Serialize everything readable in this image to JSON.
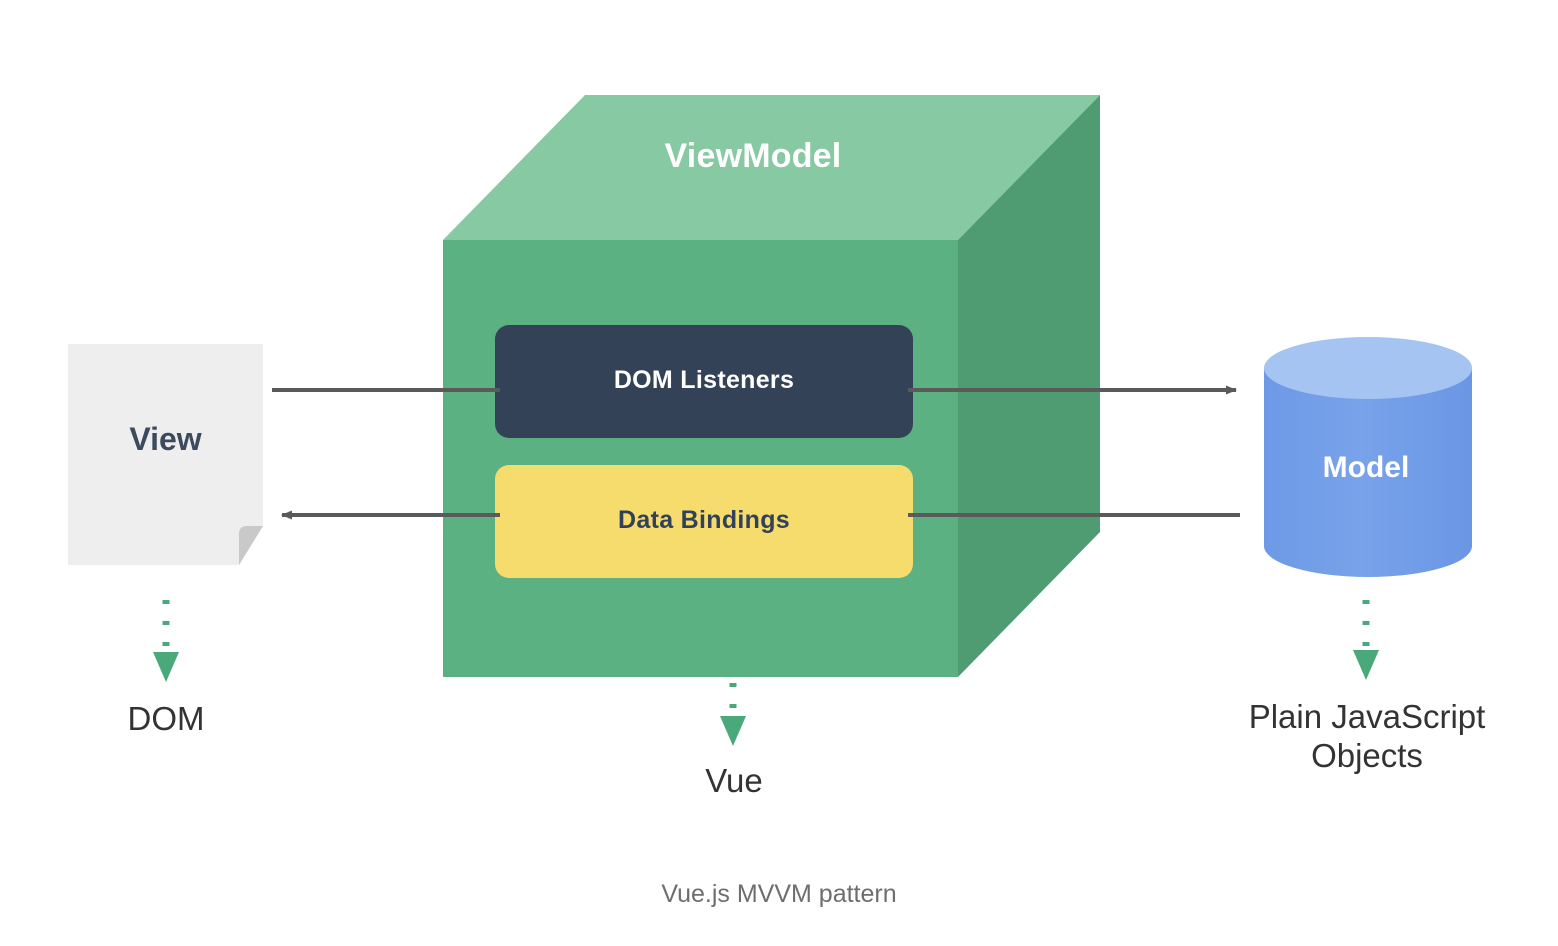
{
  "diagram": {
    "caption": "Vue.js MVVM pattern",
    "background_color": "#ffffff",
    "nodes": {
      "viewmodel": {
        "label": "ViewModel",
        "shape": "cube",
        "face_color": "#5cb183",
        "top_color": "#86c9a2",
        "side_color": "#4f9c73",
        "label_color": "#ffffff"
      },
      "view": {
        "label": "View",
        "shape": "document",
        "fill_color": "#eeeeee",
        "fold_color": "#c9c9c9",
        "label_color": "#3c4a5e"
      },
      "model": {
        "label": "Model",
        "shape": "cylinder",
        "body_color": "#6f9ce8",
        "top_color": "#a6c4f2",
        "label_color": "#ffffff"
      },
      "dom_listeners": {
        "label": "DOM Listeners",
        "shape": "rounded-rect",
        "fill_color": "#344257",
        "label_color": "#ffffff"
      },
      "data_bindings": {
        "label": "Data Bindings",
        "shape": "rounded-rect",
        "fill_color": "#f6dc6d",
        "label_color": "#32415a"
      }
    },
    "annotations": {
      "dom": "DOM",
      "vue": "Vue",
      "plain_js_line1": "Plain JavaScript",
      "plain_js_line2": "Objects",
      "color": "#333333"
    },
    "connectors": {
      "line_color": "#5a5a5a",
      "dotted_color": "#4aa97a",
      "edges": [
        {
          "name": "view-to-model",
          "from": "view",
          "to": "model",
          "through": "dom-listeners",
          "direction": "right",
          "arrowhead": "end"
        },
        {
          "name": "model-to-view",
          "from": "model",
          "to": "view",
          "through": "data-bindings",
          "direction": "left",
          "arrowhead": "end"
        },
        {
          "name": "view-dotted-dom",
          "from": "view",
          "to": "dom",
          "style": "dotted",
          "direction": "down"
        },
        {
          "name": "viewmodel-dotted-vue",
          "from": "viewmodel",
          "to": "vue",
          "style": "dotted",
          "direction": "down"
        },
        {
          "name": "model-dotted-plain-js",
          "from": "model",
          "to": "plain-js-objects",
          "style": "dotted",
          "direction": "down"
        }
      ]
    }
  }
}
